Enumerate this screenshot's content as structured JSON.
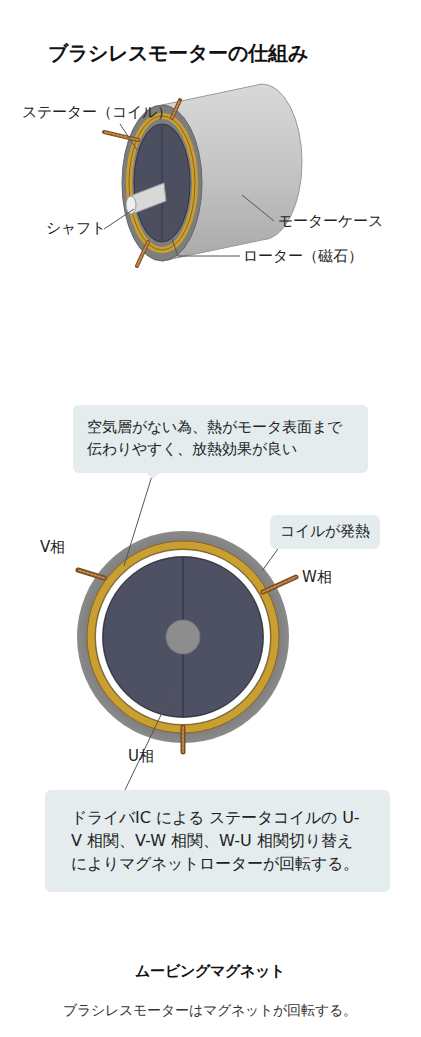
{
  "diagram": {
    "title": "ブラシレスモーターの仕組み",
    "nodes": [
      {
        "text": [
          "空気層がない為、熱がモータ表面まで伝わりやすく、放熱効果が良い"
        ]
      },
      {
        "text": [
          "コイルが発熱"
        ]
      },
      {
        "text": [
          "ドライバIC による ステータコイルの U-V 相関、V-W 相関、W-U 相関切り替えによりマグネットローターが回転する。"
        ]
      }
    ],
    "labels": [
      "ステーター（コイル）",
      "シャフト",
      "モーターケース",
      "ローター（磁石）",
      "V相",
      "W相",
      "U相",
      "ムービングマグネット",
      "ブラシレスモーターはマグネットが回転する。"
    ]
  }
}
